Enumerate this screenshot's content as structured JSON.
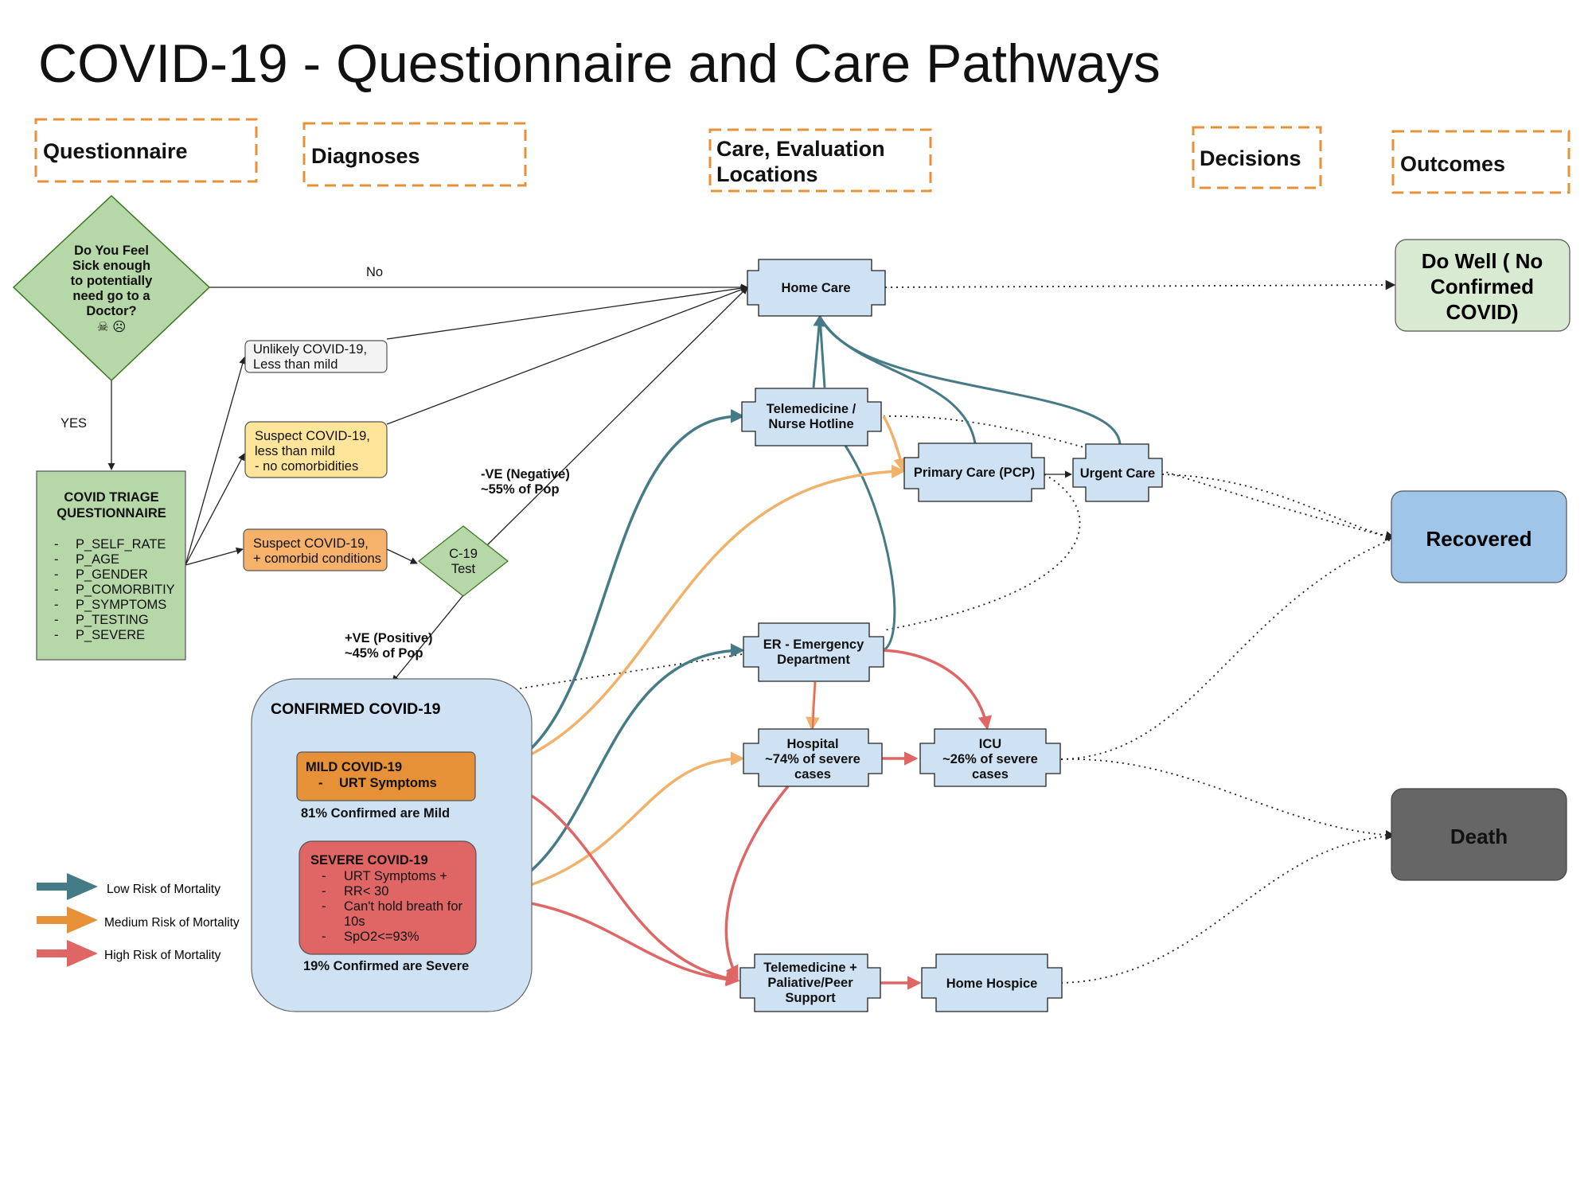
{
  "title": "COVID-19 - Questionnaire and Care Pathways",
  "columns": {
    "questionnaire": "Questionnaire",
    "diagnoses": "Diagnoses",
    "care_line1": "Care, Evaluation",
    "care_line2": "Locations",
    "decisions": "Decisions",
    "outcomes": "Outcomes"
  },
  "decision": {
    "line1": "Do You Feel",
    "line2": "Sick enough",
    "line3": "to potentially",
    "line4": "need go to a",
    "line5": "Doctor?",
    "emoji": "☠ ☹"
  },
  "edge_labels": {
    "no": "No",
    "yes": "YES",
    "negative_line1": "-VE (Negative)",
    "negative_line2": "~55% of Pop",
    "positive_line1": "+VE (Positive)",
    "positive_line2": "~45% of Pop"
  },
  "triage": {
    "title_line1": "COVID TRIAGE",
    "title_line2": "QUESTIONNAIRE",
    "items": [
      "P_SELF_RATE",
      "P_AGE",
      "P_GENDER",
      "P_COMORBITIY",
      "P_SYMPTOMS",
      "P_TESTING",
      "P_SEVERE"
    ]
  },
  "diagnoses": {
    "unlikely_line1": "Unlikely COVID-19,",
    "unlikely_line2": "Less than mild",
    "suspect_mild_line1": "Suspect COVID-19,",
    "suspect_mild_line2": "less than mild",
    "suspect_mild_line3": "- no comorbidities",
    "suspect_comorb_line1": "Suspect COVID-19,",
    "suspect_comorb_line2": "+ comorbid conditions",
    "test_line1": "C-19",
    "test_line2": "Test"
  },
  "confirmed": {
    "title": "CONFIRMED COVID-19",
    "mild_title": "MILD COVID-19",
    "mild_item": "URT Symptoms",
    "mild_caption": "81% Confirmed are Mild",
    "severe_title": "SEVERE COVID-19",
    "severe_items": [
      "URT Symptoms +",
      "RR< 30",
      "Can't hold breath for",
      "10s",
      "SpO2<=93%"
    ],
    "severe_caption": "19% Confirmed are Severe"
  },
  "care": {
    "home_care": "Home Care",
    "telemedicine_line1": "Telemedicine /",
    "telemedicine_line2": "Nurse Hotline",
    "primary_care": "Primary Care (PCP)",
    "urgent_care": "Urgent Care",
    "er_line1": "ER - Emergency",
    "er_line2": "Department",
    "hospital_line1": "Hospital",
    "hospital_line2": "~74% of severe",
    "hospital_line3": "cases",
    "icu_line1": "ICU",
    "icu_line2": "~26% of severe",
    "icu_line3": "cases",
    "palliative_line1": "Telemedicine +",
    "palliative_line2": "Paliative/Peer",
    "palliative_line3": "Support",
    "hospice": "Home Hospice"
  },
  "outcomes": {
    "do_well_line1": "Do Well ( No",
    "do_well_line2": "Confirmed",
    "do_well_line3": "COVID)",
    "recovered": "Recovered",
    "death": "Death"
  },
  "legend": {
    "low": "Low Risk of Mortality",
    "medium": "Medium Risk of Mortality",
    "high": "High Risk of Mortality"
  },
  "colors": {
    "low_risk": "#457b86",
    "medium_risk": "#f0b26b",
    "high_risk": "#e06666",
    "care_box": "#cfe2f3",
    "confirmed_panel": "#cfe2f3",
    "mild_box": "#e69138",
    "severe_box": "#e06666",
    "triage_box": "#b6d7a8",
    "decision_diamond": "#b6d7a8",
    "do_well_box": "#d9ead3",
    "recovered_box": "#9fc5e8",
    "death_box": "#666666",
    "suspect_mild_box": "#ffe599",
    "suspect_comorb_box": "#f6b26b",
    "unlikely_box": "#f3f3f3",
    "header_border": "#e69138",
    "negative_label": "#1a1ab0",
    "positive_label": "#b45f06"
  }
}
